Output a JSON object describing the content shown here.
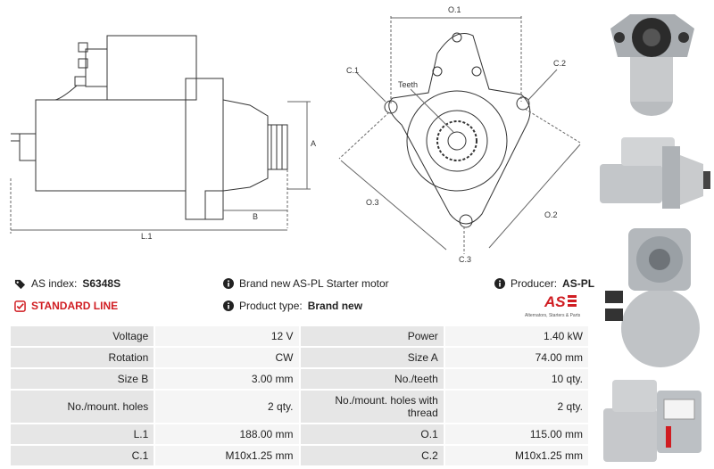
{
  "drawing": {
    "dim_a": "A",
    "dim_b": "B",
    "dim_l1": "L.1",
    "dim_o1": "O.1",
    "dim_o2": "O.2",
    "dim_o3": "O.3",
    "dim_c1": "C.1",
    "dim_c2": "C.2",
    "dim_c3": "C.3",
    "teeth": "Teeth"
  },
  "info": {
    "as_index_label": "AS index:",
    "as_index_value": "S6348S",
    "description": "Brand new AS-PL Starter motor",
    "producer_label": "Producer:",
    "producer_value": "AS-PL",
    "standard_line": "STANDARD LINE",
    "product_type_label": "Product type:",
    "product_type_value": "Brand new"
  },
  "logo": {
    "mark": "AS",
    "tagline": "Alternators, Starters & Parts"
  },
  "specs": [
    [
      "Voltage",
      "12 V",
      "Power",
      "1.40 kW"
    ],
    [
      "Rotation",
      "CW",
      "Size A",
      "74.00 mm"
    ],
    [
      "Size B",
      "3.00 mm",
      "No./teeth",
      "10 qty."
    ],
    [
      "No./mount. holes",
      "2 qty.",
      "No./mount. holes with thread",
      "2 qty."
    ],
    [
      "L.1",
      "188.00 mm",
      "O.1",
      "115.00 mm"
    ],
    [
      "C.1",
      "M10x1.25 mm",
      "C.2",
      "M10x1.25 mm"
    ]
  ],
  "colors": {
    "accent_red": "#d01d22",
    "label_bg": "#e6e6e6",
    "value_bg": "#f5f5f5"
  }
}
